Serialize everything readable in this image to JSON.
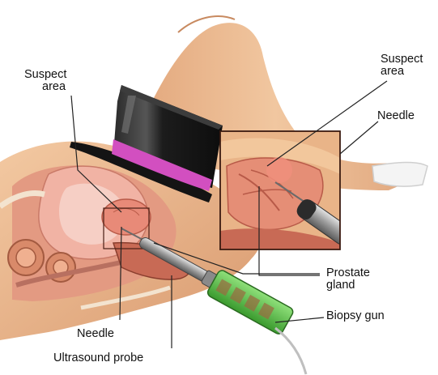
{
  "labels": {
    "suspect_area_left": [
      "Suspect",
      "area"
    ],
    "suspect_area_right": [
      "Suspect",
      "area"
    ],
    "needle_right": "Needle",
    "prostate_gland": [
      "Prostate",
      "gland"
    ],
    "biopsy_gun": "Biopsy gun",
    "needle_bottom": "Needle",
    "ultrasound_probe": "Ultrasound probe"
  },
  "colors": {
    "skin": "#e8b58c",
    "tissue": "#d47a5c",
    "prostate": "#e88a78",
    "hat_body": "#1a1a1a",
    "hat_band": "#d24fc0",
    "gun_green": "#5fc04a",
    "probe_metal": "#a8a8a8"
  }
}
